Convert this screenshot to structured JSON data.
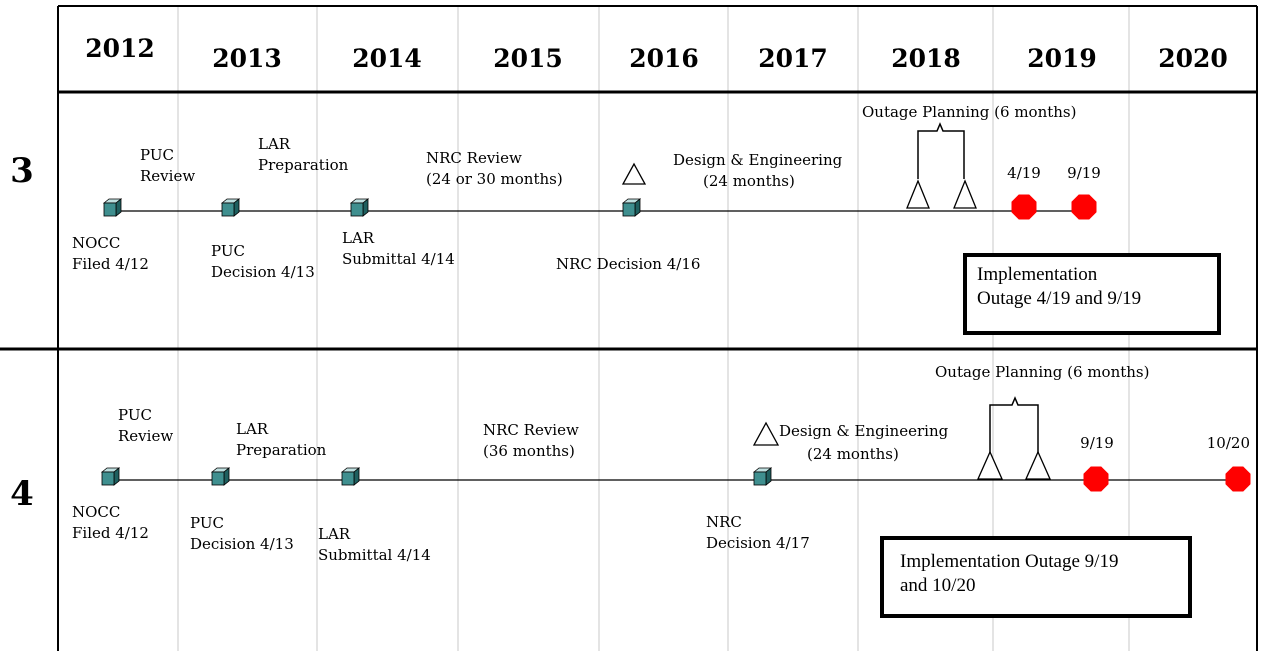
{
  "years": [
    "2012",
    "2013",
    "2014",
    "2015",
    "2016",
    "2017",
    "2018",
    "2019",
    "2020"
  ],
  "units": [
    {
      "id": "3",
      "label": "3",
      "milestones": [
        {
          "lines": [
            "NOCC",
            "Filed 4/12"
          ]
        },
        {
          "lines": [
            "PUC",
            "Decision 4/13"
          ]
        },
        {
          "lines": [
            "LAR",
            "Submittal 4/14"
          ]
        },
        {
          "lines": [
            "NRC Decision 4/16"
          ]
        }
      ],
      "phases": [
        {
          "lines": [
            "PUC",
            "Review"
          ]
        },
        {
          "lines": [
            "LAR",
            "Preparation"
          ]
        },
        {
          "lines": [
            "NRC Review",
            "(24 or 30 months)"
          ]
        },
        {
          "lines": [
            "Design & Engineering",
            "(24 months)"
          ]
        }
      ],
      "outage_planning": "Outage Planning (6 months)",
      "outages": [
        "4/19",
        "9/19"
      ],
      "implementation_lines": [
        "Implementation",
        "Outage 4/19 and 9/19"
      ]
    },
    {
      "id": "4",
      "label": "4",
      "milestones": [
        {
          "lines": [
            "NOCC",
            "Filed 4/12"
          ]
        },
        {
          "lines": [
            "PUC",
            "Decision 4/13"
          ]
        },
        {
          "lines": [
            "LAR",
            "Submittal 4/14"
          ]
        },
        {
          "lines": [
            "NRC",
            "Decision 4/17"
          ]
        }
      ],
      "phases": [
        {
          "lines": [
            "PUC",
            "Review"
          ]
        },
        {
          "lines": [
            "LAR",
            "Preparation"
          ]
        },
        {
          "lines": [
            "NRC Review",
            "(36 months)"
          ]
        },
        {
          "lines": [
            "Design & Engineering",
            "(24 months)"
          ]
        }
      ],
      "outage_planning": "Outage Planning (6 months)",
      "outages": [
        "9/19",
        "10/20"
      ],
      "implementation_lines": [
        "Implementation Outage 9/19",
        "and 10/20"
      ]
    }
  ],
  "colors": {
    "milestone_front": "#3f8f8f",
    "milestone_side": "#1f5f5f",
    "milestone_top": "#bfe0e0",
    "outage": "#ff0000",
    "grid": "#c8c8c8",
    "frame": "#000000"
  }
}
